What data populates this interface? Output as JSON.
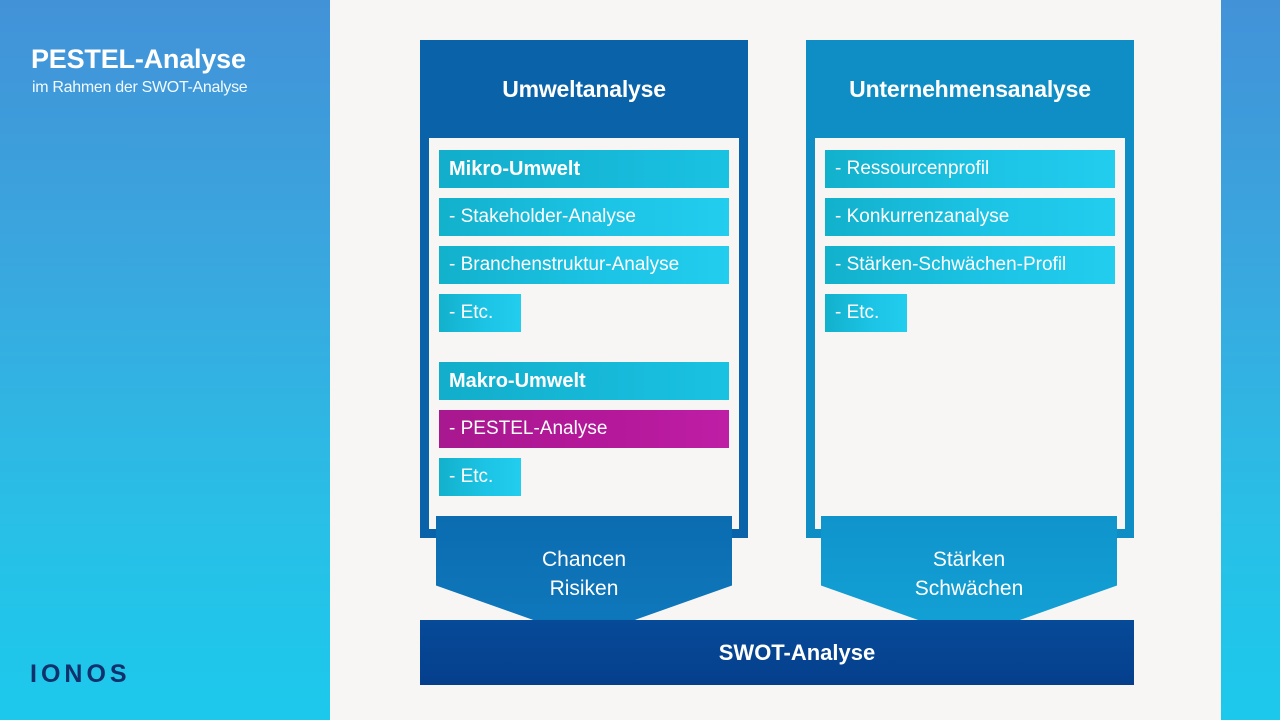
{
  "sidebar": {
    "title": "PESTEL-Analyse",
    "subtitle": "im Rahmen der SWOT-Analyse",
    "logo": "IONOS"
  },
  "columns": [
    {
      "header": "Umweltanalyse",
      "groups": [
        {
          "head": "Mikro-Umwelt",
          "items": [
            {
              "label": "- Stakeholder-Analyse",
              "short": false,
              "accent": false
            },
            {
              "label": "- Branchenstruktur-Analyse",
              "short": false,
              "accent": false
            },
            {
              "label": "- Etc.",
              "short": true,
              "accent": false
            }
          ]
        },
        {
          "head": "Makro-Umwelt",
          "items": [
            {
              "label": "- PESTEL-Analyse",
              "short": false,
              "accent": true
            },
            {
              "label": "- Etc.",
              "short": true,
              "accent": false
            }
          ]
        }
      ],
      "arrow": {
        "line1": "Chancen",
        "line2": "Risiken"
      }
    },
    {
      "header": "Unternehmensanalyse",
      "groups": [
        {
          "head": null,
          "items": [
            {
              "label": "- Ressourcenprofil",
              "short": false,
              "accent": false
            },
            {
              "label": "- Konkurrenzanalyse",
              "short": false,
              "accent": false
            },
            {
              "label": "- Stärken-Schwächen-Profil",
              "short": false,
              "accent": false
            },
            {
              "label": "- Etc.",
              "short": true,
              "accent": false
            }
          ]
        }
      ],
      "arrow": {
        "line1": "Stärken",
        "line2": "Schwächen"
      }
    }
  ],
  "footer": {
    "swot_label": "SWOT-Analyse"
  },
  "colors": {
    "sidebar_top": "#4292d8",
    "sidebar_bottom": "#1cc9ec",
    "column_left_frame": "#0a62a8",
    "column_right_frame": "#0e8ec4",
    "bar_cyan": "#1cc3e4",
    "bar_accent_magenta": "#b5189b",
    "arrow_left": "#0f79bd",
    "arrow_right": "#12a2d6",
    "swot_navy": "#053f8c",
    "page_background": "#f7f6f4",
    "logo_navy": "#10316b"
  }
}
